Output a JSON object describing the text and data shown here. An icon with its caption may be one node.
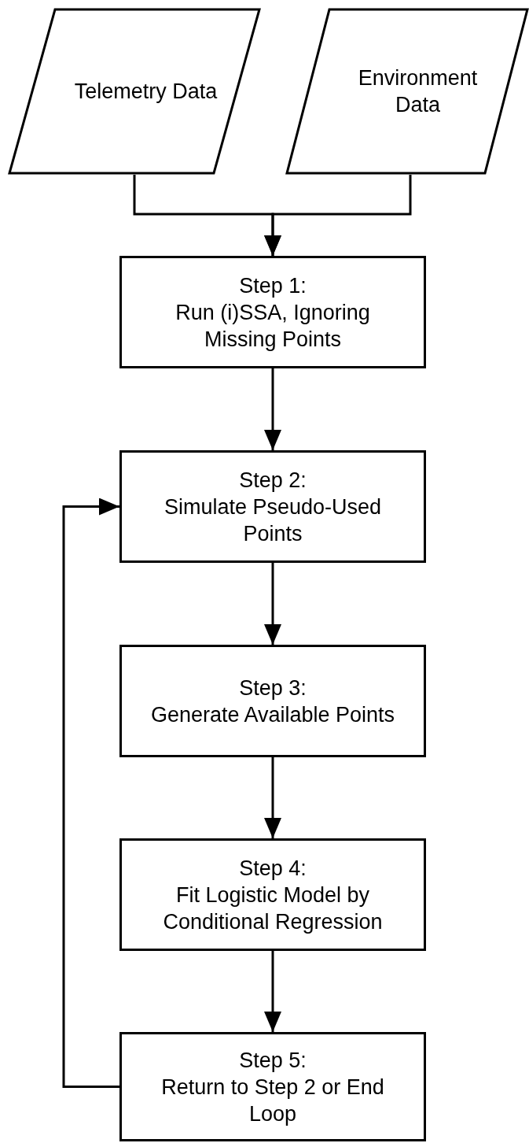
{
  "diagram": {
    "nodes": [
      {
        "text": [
          "Telemetry Data"
        ]
      },
      {
        "text": [
          "Environment Data"
        ]
      },
      {
        "text": [
          "Step 1:",
          "Run (i)SSA, Ignoring Missing Points"
        ]
      },
      {
        "text": [
          "Step 2:",
          "Simulate Pseudo-Used Points"
        ]
      },
      {
        "text": [
          "Step 3:",
          "Generate Available Points"
        ]
      },
      {
        "text": [
          "Step 4:",
          "Fit Logistic Model by Conditional Regression"
        ]
      },
      {
        "text": [
          "Step 5:",
          "Return to Step 2 or End Loop"
        ]
      }
    ],
    "edges": [
      {
        "from": 0,
        "to": 2,
        "arrow": "to"
      },
      {
        "from": 1,
        "to": 2,
        "arrow": "to"
      },
      {
        "from": 2,
        "to": 3,
        "arrow": "to"
      },
      {
        "from": 3,
        "to": 4,
        "arrow": "to"
      },
      {
        "from": 4,
        "to": 5,
        "arrow": "to"
      },
      {
        "from": 5,
        "to": 6,
        "arrow": "to"
      },
      {
        "from": 6,
        "to": 3,
        "arrow": "to"
      }
    ]
  }
}
